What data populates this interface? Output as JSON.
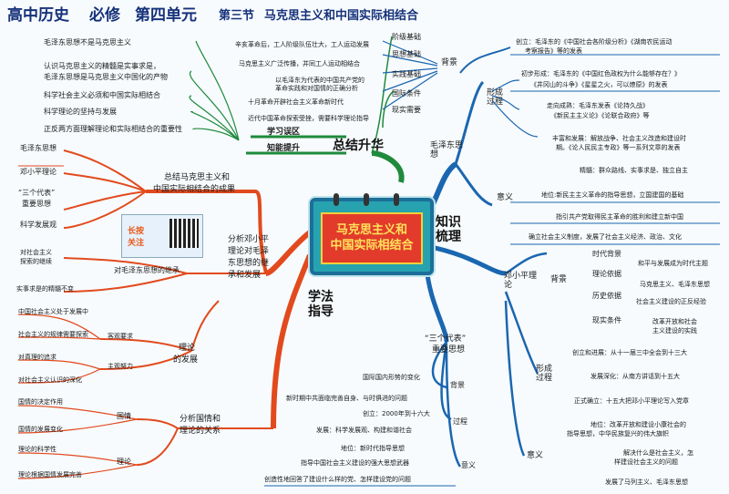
{
  "header": {
    "subject": "高中历史",
    "book": "必修",
    "unit": "第四单元",
    "section": "第三节",
    "title": "马克思主义和中国实际相结合"
  },
  "center": {
    "line1": "马克思主义和",
    "line2": "中国实际相结合"
  },
  "zhishi": {
    "label": "知识梳理"
  },
  "zongjie": {
    "label": "总结升华",
    "xuexi_wuqu": "学习误区",
    "zhineng_tisheng": "知能提升"
  },
  "xuefa": {
    "label": "学法指导"
  },
  "wuqu_items": [
    "毛泽东思想不是马克思主义",
    "认识马克思主义的精髓是实事求是，",
    "毛泽东思想是马克思主义中国化的产物",
    "科学社会主义必须和中国实际相结合",
    "科学理论的坚持与发展",
    "正反两方面理解理论和实际相结合的重要性"
  ],
  "mao": {
    "label": "毛泽东思想",
    "beijing": "背景",
    "bj_items": [
      "阶级基础",
      "思想基础",
      "实践基础",
      "国际条件",
      "现实需要"
    ],
    "bj_details": [
      "辛亥革命后，工人阶级队伍壮大，工人运动发展",
      "马克思主义广泛传播，并同工人运动相结合",
      "以毛泽东为代表的中国共产党的",
      "革命实践和对国情的正确分析",
      "十月革命开辟社会主义革命新时代",
      "近代中国革命探索受挫，需要科学理论指导"
    ],
    "xingcheng": "形成过程",
    "xc_items": [
      "创立：毛泽东的《中国社会各阶级分析》《湖南农民运动",
      "考察报告》等的发表",
      "初步形成：毛泽东的《中国红色政权为什么能够存在？》",
      "《井冈山的斗争》《星星之火，可以燎原》的发表",
      "走向成熟：毛泽东发表《论持久战》",
      "《新民主主义论》《论联合政府》等",
      "丰富和发展：解放战争、社会主义改造和建设时",
      "期。《论人民民主专政》等一系列文章的发表",
      "精髓：群众路线、实事求是、独立自主"
    ],
    "yiyi": "意义",
    "yy_items": [
      "地位:新民主主义革命的指导思想，立国建国的基础",
      "指引共产党取得民主革命的胜利和建立新中国",
      "确立社会主义制度，发展了社会主义经济、政治、文化"
    ]
  },
  "deng": {
    "label": "邓小平理论",
    "beijing": "背景",
    "bj_items": [
      "时代背景",
      "理论依据",
      "历史依据",
      "现实条件"
    ],
    "bj_details": [
      "和平与发展成为时代主题",
      "马克思主义、毛泽东思想",
      "社会主义建设的正反经验",
      "改革开放和社会",
      "主义建设的实践"
    ],
    "xingcheng": "形成过程",
    "xc_items": [
      "创立和进展：从十一届三中全会到十三大",
      "发展深化：从南方讲话到十五大",
      "正式确立：十五大把邓小平理论写入党章",
      "地位：改革开放和建设小康社会的",
      "指导思想，中华民族复兴的伟大旗帜"
    ],
    "yiyi": "意义",
    "yy_items": [
      "解决什么是社会主义，怎",
      "样建设社会主义的问题",
      "发展了马列主义、毛泽东思想"
    ]
  },
  "sange": {
    "label1": "“三个代表”",
    "label2": "重要思想",
    "beijing": "背景",
    "bj_items": [
      "国际国内形势的变化",
      "新时期中共面临完善自身、与时俱进的问题"
    ],
    "guocheng": "过程",
    "gc_items": [
      "创立：2000年到十六大",
      "发展：科学发展观、构建和谐社会",
      "地位：新时代指导思想"
    ],
    "yiyi": "意义",
    "yy_items": [
      "指导中国社会主义建设的强大思想武器",
      "创造性地回答了建设什么样的党、怎样建设党的问题"
    ]
  },
  "zongjie_cg": {
    "label1": "总结马克思主义和",
    "label2": "中国实际相结合的成果",
    "items": [
      "毛泽东思想",
      "邓小平理论",
      "“三个代表”",
      "重要思想",
      "科学发展观"
    ],
    "qr_badge1": "长按",
    "qr_badge2": "关注"
  },
  "fenxi": {
    "label1": "分析邓小平",
    "label2": "理论对毛泽",
    "label3": "东思想的继",
    "label4": "承和发展",
    "jicheng": "对毛泽东思想的继承",
    "jc_items": [
      "对社会主义",
      "探索的继续",
      "实事求是的精髓不变"
    ],
    "fazhan1": "理论",
    "fazhan2": "的发展",
    "keguan": "客观要求",
    "zhuguan": "主观努力",
    "kg_items": [
      "中国社会主义处于发展中",
      "社会主义的规律需要探索"
    ],
    "zg_items": [
      "对真理的追求",
      "对社会主义认识的深化"
    ]
  },
  "guoqing": {
    "label1": "分析国情和",
    "label2": "理论的关系",
    "gq": "国情",
    "ll": "理论",
    "gq_items": [
      "国情的决定作用",
      "国情的发展变化"
    ],
    "ll_items": [
      "理论的科学性",
      "理论根据国情发展完善"
    ]
  }
}
